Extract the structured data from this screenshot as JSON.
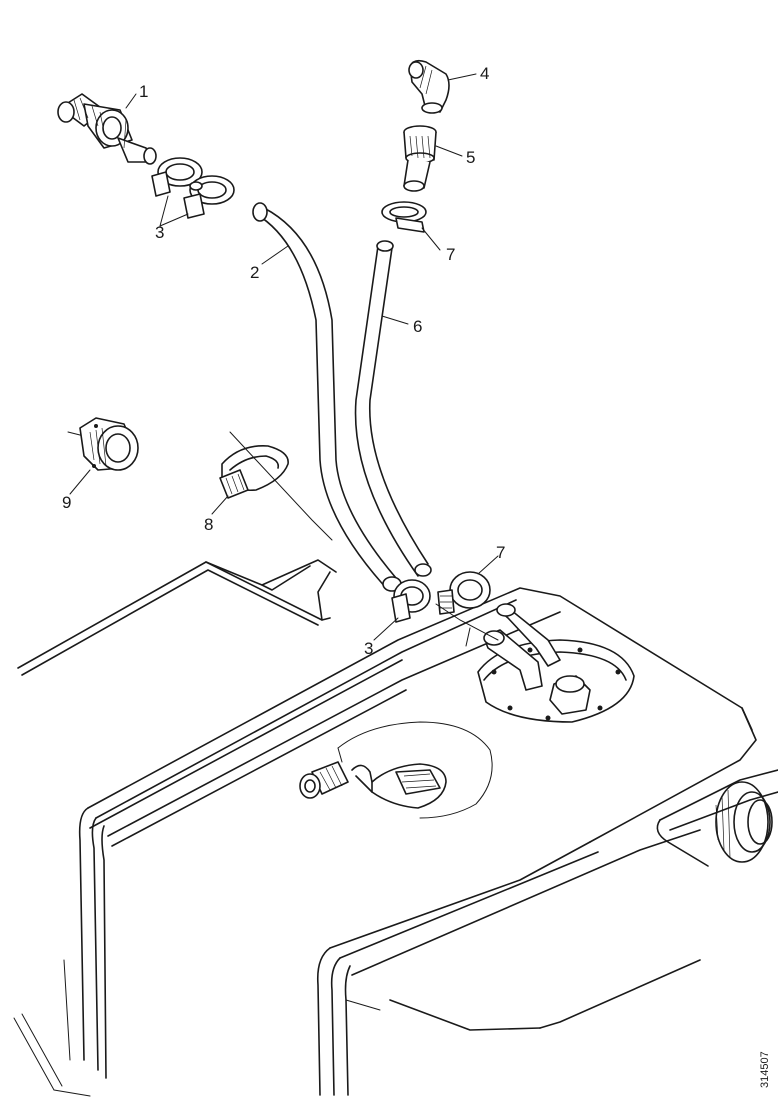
{
  "callouts": {
    "c1": "1",
    "c2": "2",
    "c3a": "3",
    "c3b": "3",
    "c4": "4",
    "c5": "5",
    "c6": "6",
    "c7a": "7",
    "c7b": "7",
    "c8": "8",
    "c9": "9"
  },
  "drawing_code": "314507",
  "colors": {
    "ink": "#1a1a1a",
    "paper": "#ffffff"
  }
}
